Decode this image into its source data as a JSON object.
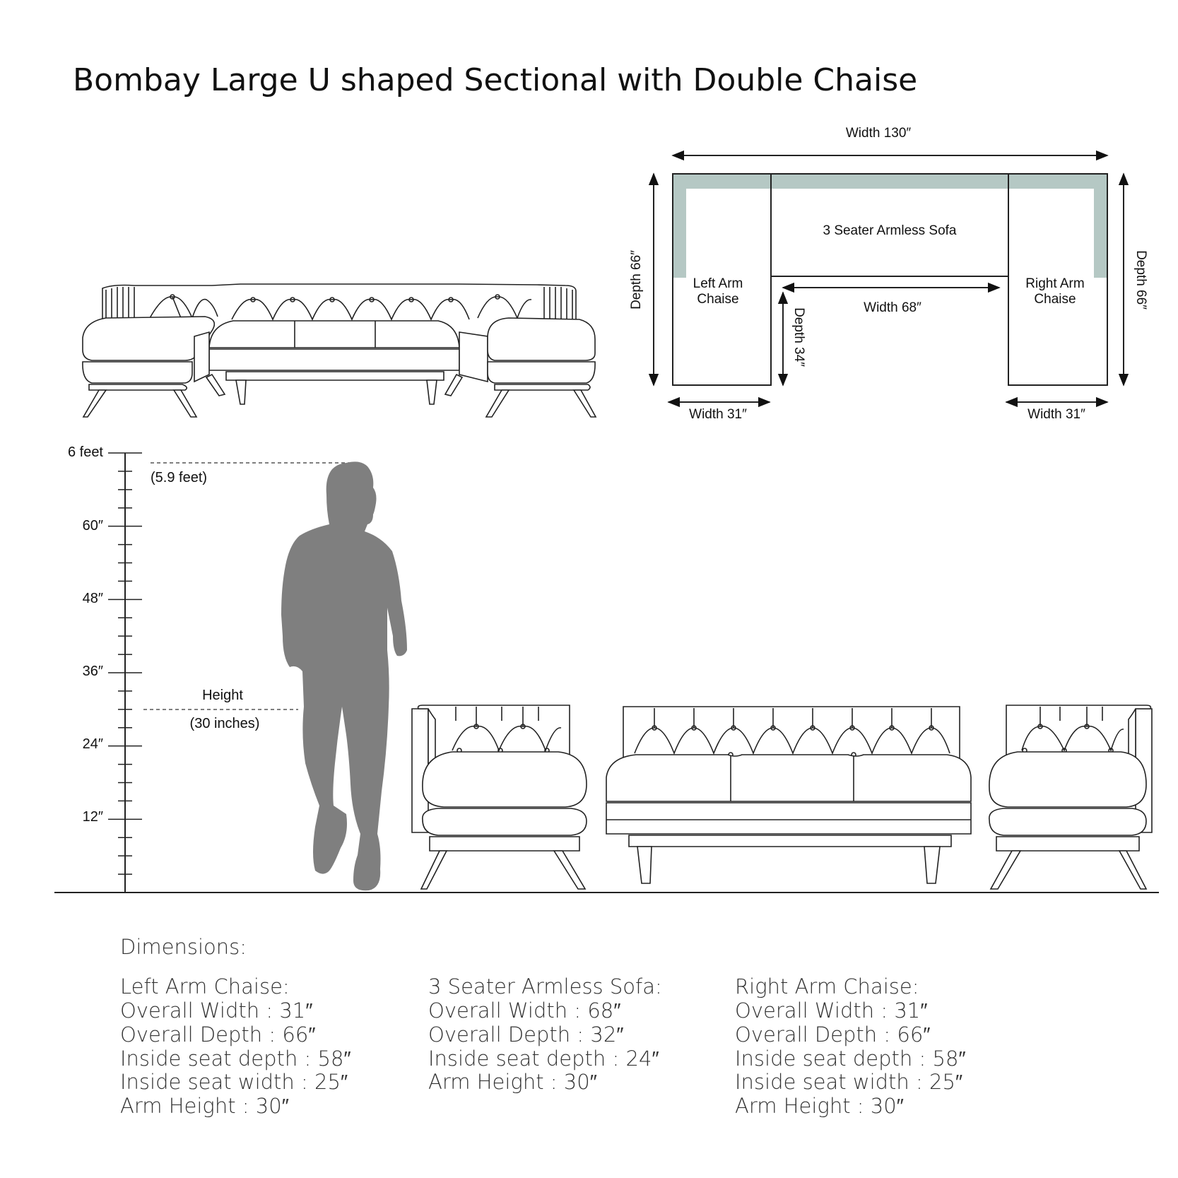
{
  "title": "Bombay Large U shaped Sectional with Double Chaise",
  "plan": {
    "width_total": "Width 130″",
    "depth_left": "Depth 66″",
    "depth_right": "Depth 66″",
    "center_label": "3 Seater  Armless  Sofa",
    "left_label_1": "Left Arm",
    "left_label_2": "Chaise",
    "right_label_1": "Right Arm",
    "right_label_2": "Chaise",
    "inner_width": "Width 68″",
    "inner_depth": "Depth 34″",
    "left_width": "Width 31″",
    "right_width": "Width 31″",
    "arm_color": "#b5c8c4"
  },
  "ruler": {
    "marks": [
      "6 feet",
      "60″",
      "48″",
      "36″",
      "24″",
      "12″"
    ],
    "person_height": "(5.9 feet)",
    "height_label": "Height",
    "height_value": "(30 inches)",
    "silhouette_color": "#7f7f7f"
  },
  "dimensions": {
    "heading": "Dimensions:",
    "left": {
      "name": "Left Arm Chaise:",
      "lines": [
        "Overall Width : 31″",
        "Overall Depth : 66″",
        "Inside seat depth : 58″",
        "Inside seat width : 25″",
        "Arm Height : 30″"
      ]
    },
    "center": {
      "name": "3 Seater Armless Sofa:",
      "lines": [
        "Overall Width : 68″",
        "Overall Depth : 32″",
        "Inside seat depth : 24″",
        "Arm Height : 30″"
      ]
    },
    "right": {
      "name": "Right Arm Chaise:",
      "lines": [
        "Overall Width : 31″",
        "Overall Depth : 66″",
        "Inside seat depth : 58″",
        "Inside seat width : 25″",
        "Arm Height : 30″"
      ]
    }
  }
}
